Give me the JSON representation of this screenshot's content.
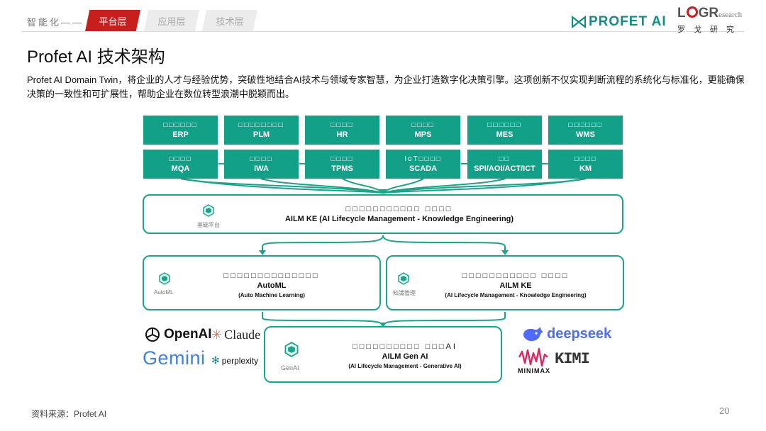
{
  "header": {
    "section_label": "智能化——",
    "tabs": [
      {
        "label": "平台层",
        "active": true
      },
      {
        "label": "应用层",
        "active": false
      },
      {
        "label": "技术层",
        "active": false
      }
    ],
    "brand": {
      "name": "PROFET AI",
      "color": "#0e8e84"
    },
    "partner": {
      "main": "LOGR",
      "suffix": "esearch",
      "sub": "罗戈研究",
      "accent": "#c81e1e"
    }
  },
  "page": {
    "title": "Profet AI 技术架构",
    "description": "Profet AI Domain Twin，将企业的人才与经验优势，突破性地结合AI技术与领域专家智慧，为企业打造数字化决策引擎。这项创新不仅实现判断流程的系统化与标准化，更能确保决策的一致性和可扩展性，帮助企业在数位转型浪潮中脱颖而出。"
  },
  "systems_top": [
    {
      "cn": "□□□□□□",
      "en": "ERP"
    },
    {
      "cn": "□□□□□□□□",
      "en": "PLM"
    },
    {
      "cn": "□□□□",
      "en": "HR"
    },
    {
      "cn": "□□□□",
      "en": "MPS"
    },
    {
      "cn": "□□□□□□",
      "en": "MES"
    },
    {
      "cn": "□□□□□□",
      "en": "WMS"
    }
  ],
  "systems_bottom": [
    {
      "cn": "□□□□",
      "en": "MQA"
    },
    {
      "cn": "□□□□",
      "en": "IWA"
    },
    {
      "cn": "□□□□",
      "en": "TPMS"
    },
    {
      "cn": "IoT□□□□",
      "en": "SCADA"
    },
    {
      "cn": "□□",
      "en": "SPI/AOI/ACT/ICT"
    },
    {
      "cn": "□□□□",
      "en": "KM"
    }
  ],
  "platform": {
    "icon_label": "基础平台",
    "cn": "□□□□□□□□□□□ □□□□",
    "en": "AILM KE (AI Lifecycle Management - Knowledge Engineering)"
  },
  "automl": {
    "icon_label": "AutoML",
    "cn": "□□□□□□□□□□□□□□",
    "en": "AutoML",
    "sub": "(Auto Machine Learning)"
  },
  "ailmke": {
    "icon_label": "知識管理",
    "cn": "□□□□□□□□□□□ □□□□",
    "en": "AILM KE",
    "sub": "(AI Lifecycle Management - Knowledge Engineering)"
  },
  "genai": {
    "icon_label": "GenAI",
    "cn": "□□□□□□□□□□ □□□AI",
    "en": "AILM Gen AI",
    "sub": "(AI Lifecycle Management - Generative AI)"
  },
  "models_left": {
    "openai": "OpenAI",
    "claude": "Claude",
    "gemini": "Gemini",
    "perplexity": "perplexity"
  },
  "models_right": {
    "deepseek": "deepseek",
    "minimax": "MINIMAX",
    "kimi": "KIMI"
  },
  "colors": {
    "teal": "#13a089",
    "green_line": "#1aa58a",
    "red": "#c81e1e"
  },
  "footer": {
    "source": "资料来源：Profet AI",
    "page": "20"
  }
}
